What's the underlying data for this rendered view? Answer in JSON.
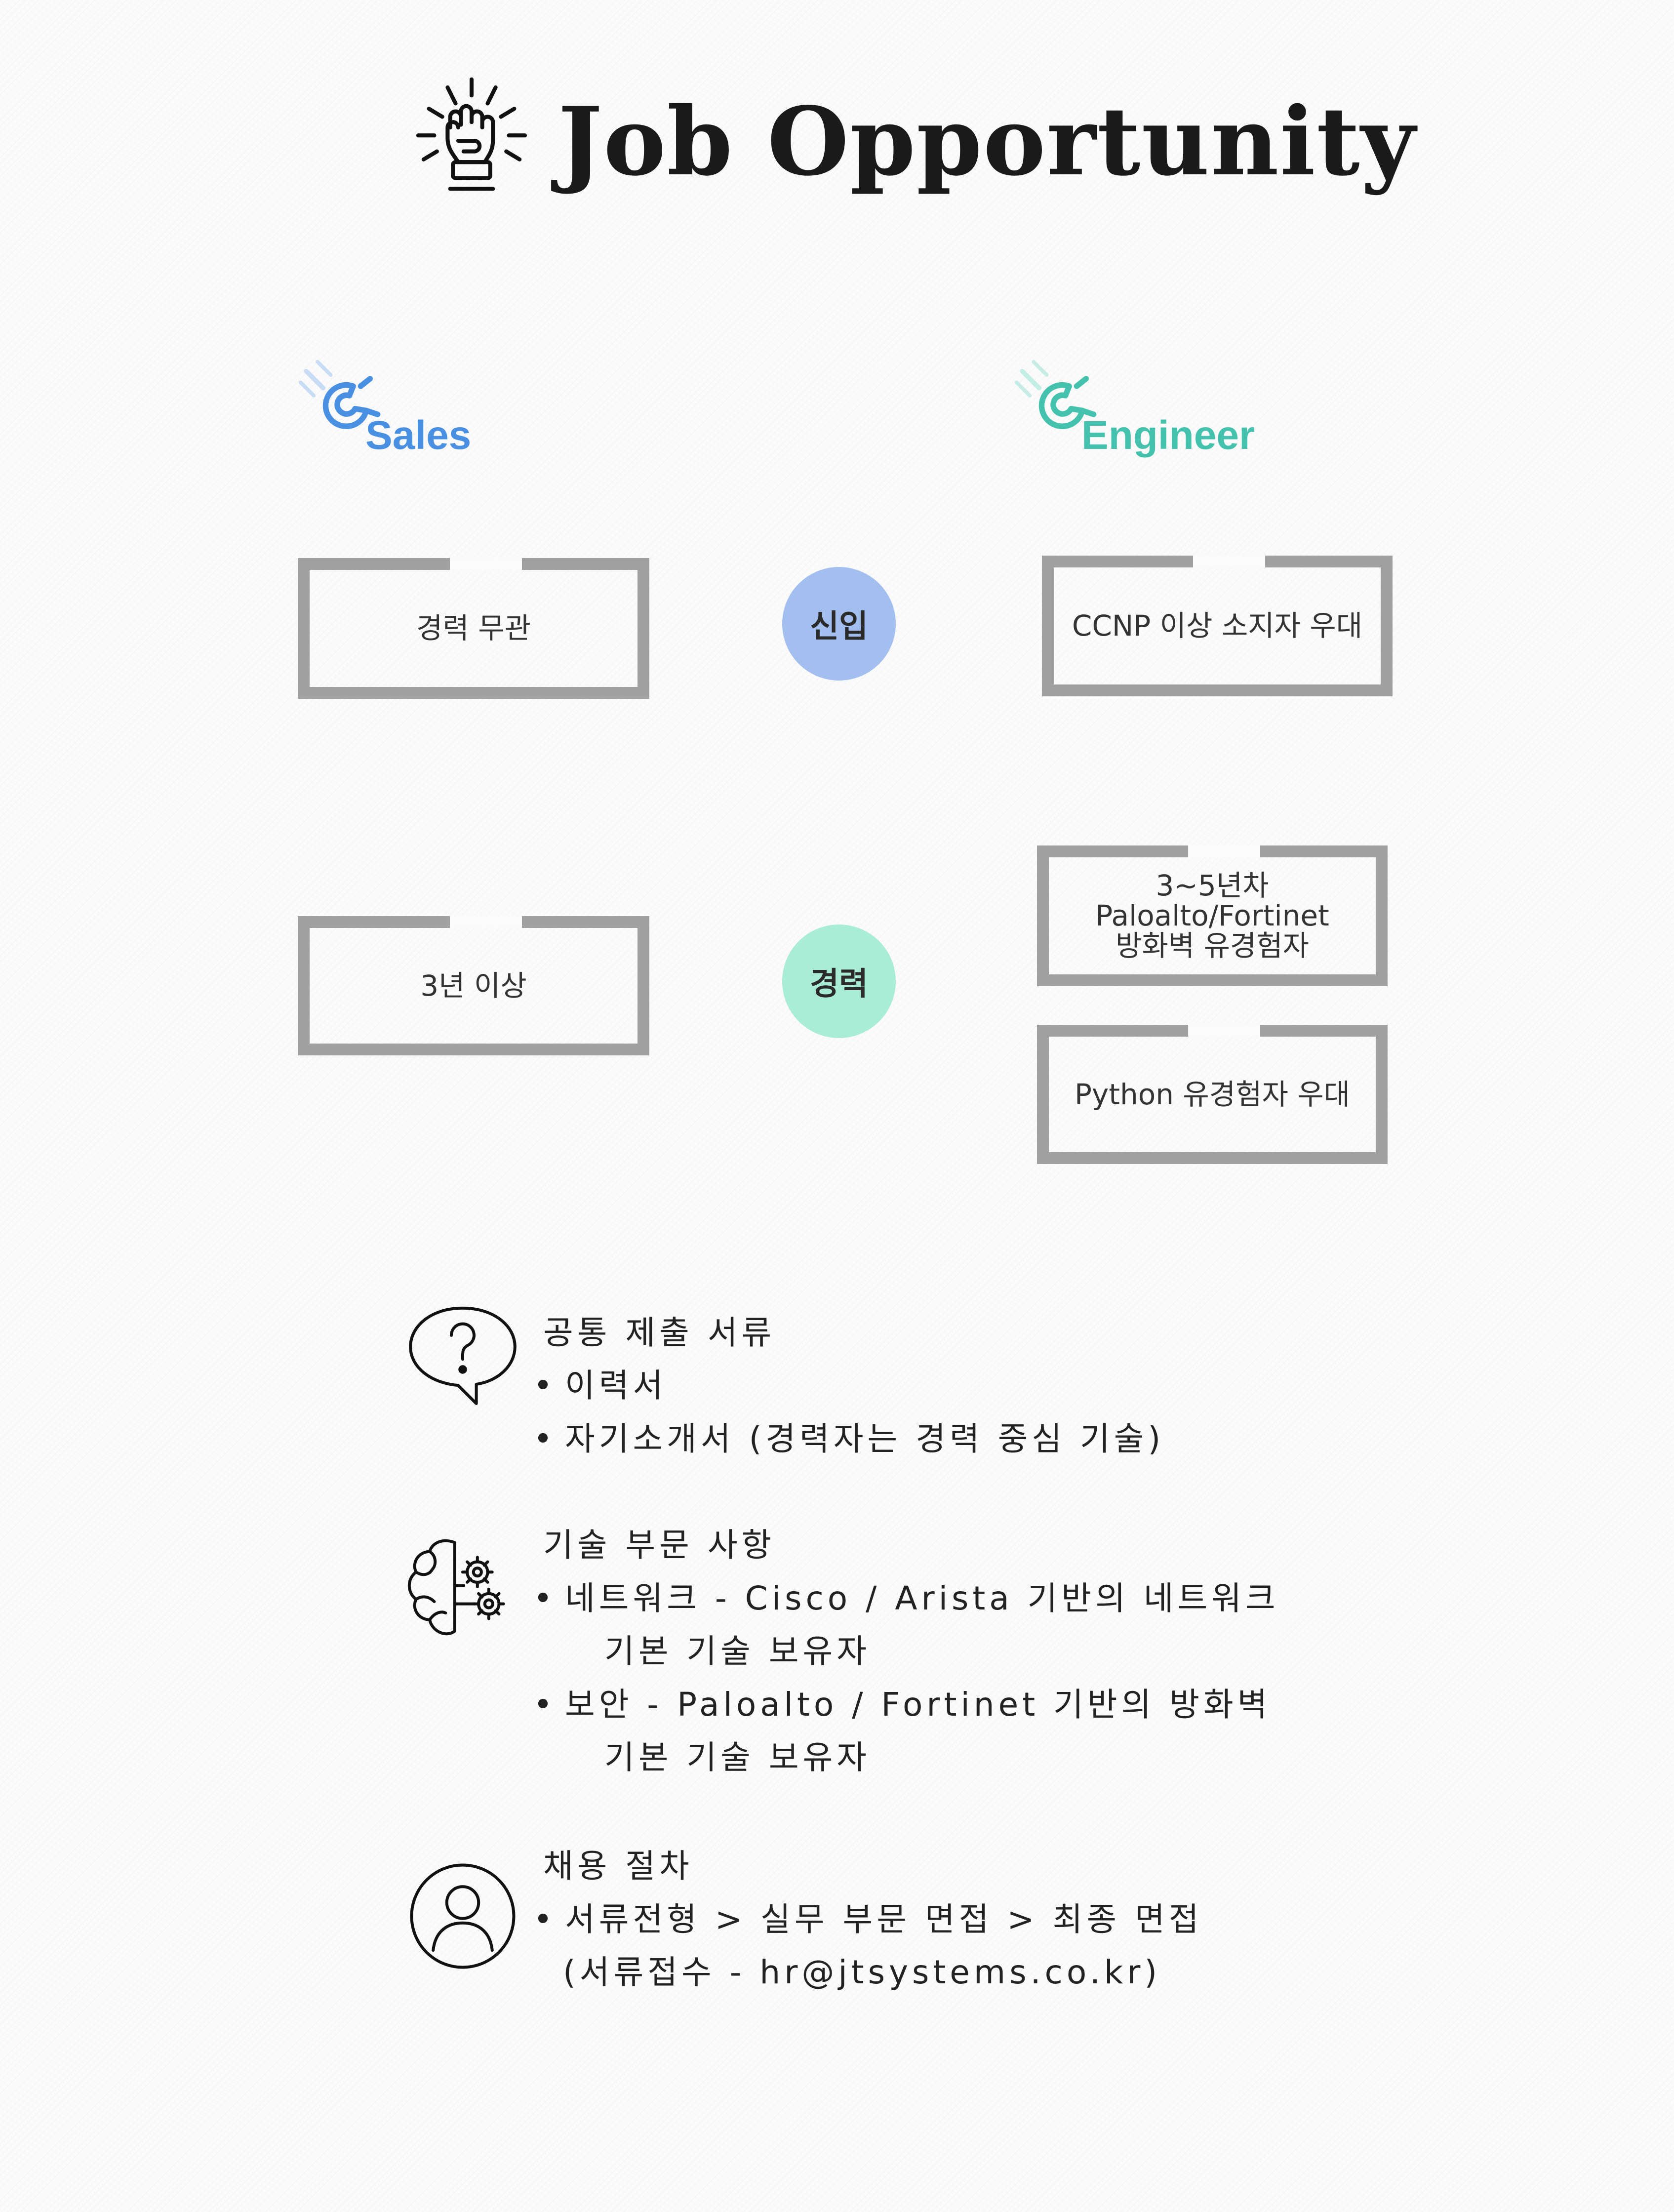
{
  "header": {
    "title": "Job Opportunity",
    "icon": "raised-fist-icon"
  },
  "categories": {
    "sales": {
      "label": "Sales",
      "color": "#4a90e2",
      "icon": "wrench-icon"
    },
    "engineer": {
      "label": "Engineer",
      "color": "#45c2ae",
      "icon": "wrench-icon"
    }
  },
  "levels": {
    "new": {
      "label": "신입",
      "color": "#a3bff0"
    },
    "experienced": {
      "label": "경력",
      "color": "#a9ecd8"
    }
  },
  "boxes": {
    "sales_new": "경력 무관",
    "engineer_new": "CCNP 이상 소지자 우대",
    "sales_exp": "3년 이상",
    "engineer_exp_1": [
      "3~5년차",
      "Paloalto/Fortinet",
      "방화벽 유경험자"
    ],
    "engineer_exp_2": "Python 유경험자 우대"
  },
  "sections": {
    "documents": {
      "icon": "question-bubble-icon",
      "title": "공통 제출 서류",
      "items": [
        "이력서",
        "자기소개서 (경력자는 경력 중심 기술)"
      ]
    },
    "tech": {
      "icon": "brain-gears-icon",
      "title": "기술 부문 사항",
      "items": [
        {
          "line1": "네트워크 - Cisco / Arista 기반의 네트워크",
          "line2": "기본 기술 보유자"
        },
        {
          "line1": "보안 - Paloalto / Fortinet 기반의 방화벽",
          "line2": "기본 기술 보유자"
        }
      ]
    },
    "process": {
      "icon": "user-circle-icon",
      "title": "채용 절차",
      "items": [
        "서류전형 > 실무 부문 면접 > 최종 면접"
      ],
      "note": "(서류접수 - hr@jtsystems.co.kr)"
    }
  }
}
